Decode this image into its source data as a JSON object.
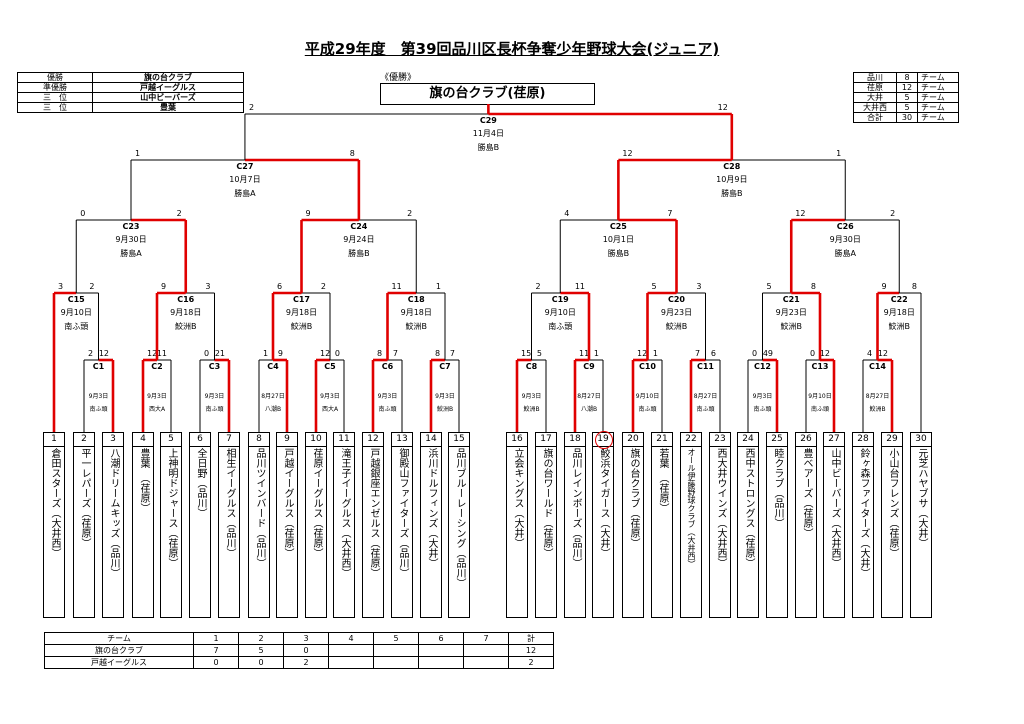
{
  "title": "平成29年度　第39回品川区長杯争奪少年野球大会(ジュニア)",
  "results": {
    "rows": [
      {
        "label": "優勝",
        "team": "旗の台クラブ"
      },
      {
        "label": "準優勝",
        "team": "戸越イーグルス"
      },
      {
        "label": "三　位",
        "team": "山中ビーバーズ"
      },
      {
        "label": "三　位",
        "team": "豊葉"
      }
    ]
  },
  "winner": {
    "caption": "《優勝》",
    "name": "旗の台クラブ(荏原)"
  },
  "team_counts": {
    "rows": [
      {
        "area": "品川",
        "count": "8",
        "unit": "チーム"
      },
      {
        "area": "荏原",
        "count": "12",
        "unit": "チーム"
      },
      {
        "area": "大井",
        "count": "5",
        "unit": "チーム"
      },
      {
        "area": "大井西",
        "count": "5",
        "unit": "チーム"
      },
      {
        "area": "合計",
        "count": "30",
        "unit": "チーム"
      }
    ]
  },
  "teams": [
    {
      "num": "1",
      "name": "倉田スターズ（大井西）"
    },
    {
      "num": "2",
      "name": "平一レパーズ（荏原）"
    },
    {
      "num": "3",
      "name": "八潮ドリームキッズ（品川）"
    },
    {
      "num": "4",
      "name": "豊葉　（荏原）"
    },
    {
      "num": "5",
      "name": "上神明ドジャース（荏原）"
    },
    {
      "num": "6",
      "name": "全日野（品川）"
    },
    {
      "num": "7",
      "name": "相生イーグルス（品川）"
    },
    {
      "num": "8",
      "name": "品川ツインバード（品川）"
    },
    {
      "num": "9",
      "name": "戸越イーグルス（荏原）"
    },
    {
      "num": "10",
      "name": "荏原イーグルス（荏原）"
    },
    {
      "num": "11",
      "name": "滝王子イーグルス（大井西）"
    },
    {
      "num": "12",
      "name": "戸越銀座エンゼルス（荏原）"
    },
    {
      "num": "13",
      "name": "御殿山ファイターズ（品川）"
    },
    {
      "num": "14",
      "name": "浜川ドルフィンズ（大井）"
    },
    {
      "num": "15",
      "name": "品川ブルーレーシング（品川）"
    },
    {
      "num": "16",
      "name": "立会キングス（大井）"
    },
    {
      "num": "17",
      "name": "旗の台ワールド（荏原）"
    },
    {
      "num": "18",
      "name": "品川レインボーズ（品川）"
    },
    {
      "num": "19",
      "name": "鮫浜タイガース（大井）"
    },
    {
      "num": "20",
      "name": "旗の台クラブ（荏原）"
    },
    {
      "num": "21",
      "name": "若葉　（荏原）"
    },
    {
      "num": "22",
      "name": "オール伊藤野球クラブ（大井西）"
    },
    {
      "num": "23",
      "name": "西大井ウインズ（大井西）"
    },
    {
      "num": "24",
      "name": "西中ストロングス（荏原）"
    },
    {
      "num": "25",
      "name": "睦クラブ（品川）"
    },
    {
      "num": "26",
      "name": "豊ベアーズ（荏原）"
    },
    {
      "num": "27",
      "name": "山中ビーバーズ（大井西）"
    },
    {
      "num": "28",
      "name": "鈴ヶ森ファイターズ（大井）"
    },
    {
      "num": "29",
      "name": "小山台フレンズ（荏原）"
    },
    {
      "num": "30",
      "name": "元芝ハヤブサ（大井）"
    }
  ],
  "games": [
    {
      "id": "C1",
      "date": "9月3日",
      "venue": "南ふ頭",
      "ls": "2",
      "rs": "12"
    },
    {
      "id": "C2",
      "date": "9月3日",
      "venue": "西大A",
      "ls": "12",
      "rs": "11"
    },
    {
      "id": "C3",
      "date": "9月3日",
      "venue": "南ふ頭",
      "ls": "0",
      "rs": "21"
    },
    {
      "id": "C4",
      "date": "8月27日",
      "venue": "八潮B",
      "ls": "1",
      "rs": "9"
    },
    {
      "id": "C5",
      "date": "9月3日",
      "venue": "西大A",
      "ls": "12",
      "rs": "0"
    },
    {
      "id": "C6",
      "date": "9月3日",
      "venue": "南ふ頭",
      "ls": "8",
      "rs": "7"
    },
    {
      "id": "C7",
      "date": "9月3日",
      "venue": "鮫洲B",
      "ls": "8",
      "rs": "7"
    },
    {
      "id": "C8",
      "date": "9月3日",
      "venue": "鮫洲B",
      "ls": "15",
      "rs": "5"
    },
    {
      "id": "C9",
      "date": "8月27日",
      "venue": "八潮B",
      "ls": "11",
      "rs": "1"
    },
    {
      "id": "C10",
      "date": "9月10日",
      "venue": "南ふ頭",
      "ls": "12",
      "rs": "1"
    },
    {
      "id": "C11",
      "date": "8月27日",
      "venue": "南ふ頭",
      "ls": "7",
      "rs": "6"
    },
    {
      "id": "C12",
      "date": "9月3日",
      "venue": "南ふ頭",
      "ls": "0",
      "rs": "49"
    },
    {
      "id": "C13",
      "date": "9月10日",
      "venue": "南ふ頭",
      "ls": "0",
      "rs": "12"
    },
    {
      "id": "C14",
      "date": "8月27日",
      "venue": "鮫洲B",
      "ls": "4",
      "rs": "12"
    },
    {
      "id": "C15",
      "date": "9月10日",
      "venue": "南ふ頭",
      "ls": "3",
      "rs": "2"
    },
    {
      "id": "C16",
      "date": "9月18日",
      "venue": "鮫洲B",
      "ls": "9",
      "rs": "3"
    },
    {
      "id": "C17",
      "date": "9月18日",
      "venue": "鮫洲B",
      "ls": "6",
      "rs": "2"
    },
    {
      "id": "C18",
      "date": "9月18日",
      "venue": "鮫洲B",
      "ls": "11",
      "rs": "1"
    },
    {
      "id": "C19",
      "date": "9月10日",
      "venue": "南ふ頭",
      "ls": "2",
      "rs": "11"
    },
    {
      "id": "C20",
      "date": "9月23日",
      "venue": "鮫洲B",
      "ls": "5",
      "rs": "3"
    },
    {
      "id": "C21",
      "date": "9月23日",
      "venue": "鮫洲B",
      "ls": "5",
      "rs": "8"
    },
    {
      "id": "C22",
      "date": "9月18日",
      "venue": "鮫洲B",
      "ls": "9",
      "rs": "8"
    },
    {
      "id": "C23",
      "date": "9月30日",
      "venue": "勝島A",
      "ls": "0",
      "rs": "2"
    },
    {
      "id": "C24",
      "date": "9月24日",
      "venue": "勝島B",
      "ls": "9",
      "rs": "2"
    },
    {
      "id": "C25",
      "date": "10月1日",
      "venue": "勝島B",
      "ls": "4",
      "rs": "7"
    },
    {
      "id": "C26",
      "date": "9月30日",
      "venue": "勝島A",
      "ls": "12",
      "rs": "2"
    },
    {
      "id": "C27",
      "date": "10月7日",
      "venue": "勝島A",
      "ls": "1",
      "rs": "8"
    },
    {
      "id": "C28",
      "date": "10月9日",
      "venue": "勝島B",
      "ls": "12",
      "rs": "1"
    },
    {
      "id": "C29",
      "date": "11月4日",
      "venue": "勝島B",
      "ls": "2",
      "rs": "12"
    }
  ],
  "score_table": {
    "header": [
      "チーム",
      "1",
      "2",
      "3",
      "4",
      "5",
      "6",
      "7",
      "計"
    ],
    "rows": [
      [
        "旗の台クラブ",
        "7",
        "5",
        "0",
        "",
        "",
        "",
        "",
        "12"
      ],
      [
        "戸越イーグルス",
        "0",
        "0",
        "2",
        "",
        "",
        "",
        "",
        "2"
      ]
    ]
  },
  "colors": {
    "winner_line": "#e00000",
    "loser_line": "#000000",
    "circle": "#e00000"
  }
}
